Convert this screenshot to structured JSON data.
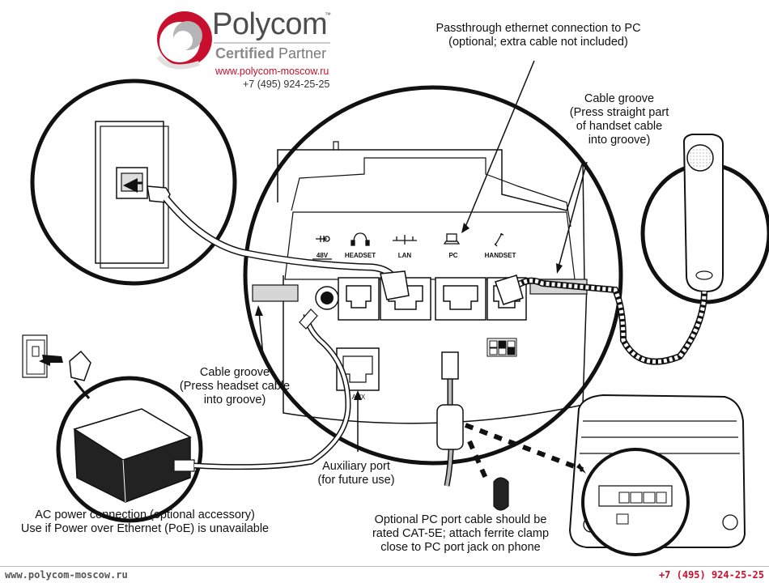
{
  "logo": {
    "wordmark": "Polycom",
    "tm": "™",
    "certified": "Certified",
    "partner": "Partner",
    "url": "www.polycom-moscow.ru",
    "phone": "+7 (495) 924-25-25"
  },
  "callouts": {
    "passthrough": [
      "Passthrough ethernet connection to PC",
      "(optional; extra cable not included)"
    ],
    "groove_handset": [
      "Cable groove",
      "(Press straight part",
      "of handset cable",
      "into groove)"
    ],
    "groove_headset": [
      "Cable groove",
      "(Press headset cable",
      "into groove)"
    ],
    "aux": [
      "Auxiliary port",
      "(for future use)"
    ],
    "ac_power": [
      "AC power connection (optional accessory)",
      "Use if Power over Ethernet (PoE) is unavailable"
    ],
    "pc_cable": [
      "Optional PC port cable should be",
      "rated CAT-5E; attach ferrite clamp",
      "close to PC port jack on phone"
    ]
  },
  "ports": {
    "power": "48V",
    "headset": "HEADSET",
    "lan": "LAN",
    "pc": "PC",
    "handset": "HANDSET",
    "aux": "AUX"
  },
  "footer": {
    "left": "www.polycom-moscow.ru",
    "right": "+7 (495) 924-25-25"
  },
  "colors": {
    "brand_red": "#c8102e",
    "logo_gray": "#4d4d4f",
    "line": "#111111"
  }
}
